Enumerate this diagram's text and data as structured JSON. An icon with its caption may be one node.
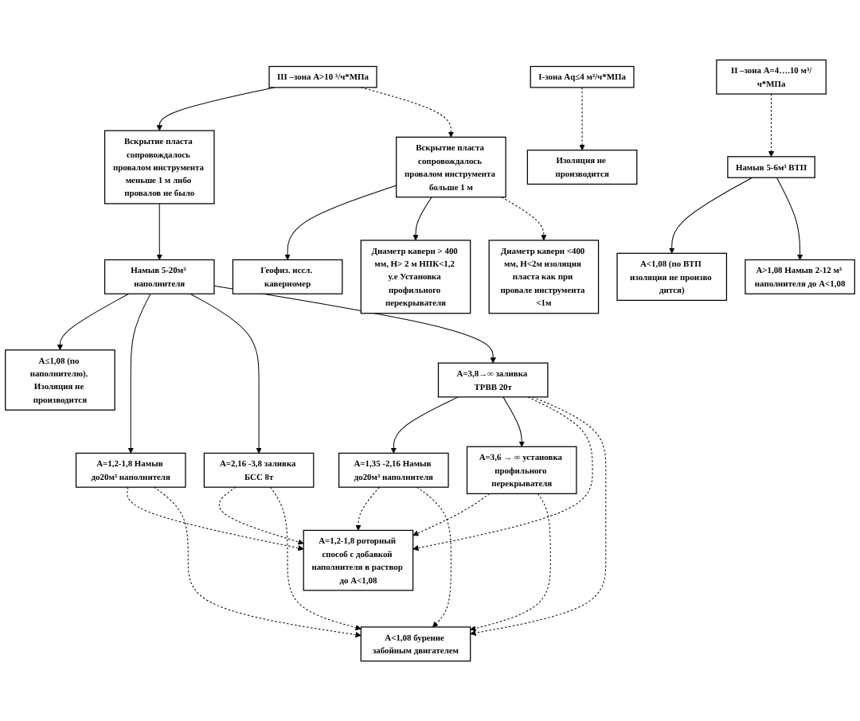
{
  "diagram": {
    "nodes": [
      {
        "text": [
          "I-зона Аq≤4 м³/ч*МПа"
        ]
      },
      {
        "text": [
          "II –зона А=4….10 м³/ч*МПа"
        ]
      },
      {
        "text": [
          "III –зона А>10 ³/ч*МПа"
        ]
      },
      {
        "text": [
          "Вскрытие пласта сопровождалось провалом инструмента больше 1 м"
        ]
      },
      {
        "text": [
          "Вскрытие пласта сопровождалось провалом инструмента меньше 1 м либо провалов не было"
        ]
      },
      {
        "text": [
          "Геофиз. иссл. каверномер"
        ]
      },
      {
        "text": [
          "Изоляция не производится"
        ]
      },
      {
        "text": [
          "Намыв 5-6м³ ВТП"
        ]
      },
      {
        "text": [
          "Намыв 5-20м³ наполнителя"
        ]
      },
      {
        "text": [
          "Диаметр каверн > 400 мм, Н> 2 м НПК<1,2 у.е Установка профильного перекрывателя"
        ]
      },
      {
        "text": [
          "А<1,08 (по ВТП изоляция не произво дится)"
        ]
      },
      {
        "text": [
          "А>1,08 Намыв 2-12 м³ наполнителя до А<1,08"
        ]
      },
      {
        "text": [
          "А≤1,08 (по наполнителю). Изоляция не производится"
        ]
      },
      {
        "text": [
          "Диаметр каверн <400 мм, Н<2м изоляция пласта как при провале инструмента <1м"
        ]
      },
      {
        "text": [
          "А=1,2-1,8 Намыв до20м³ наполнителя"
        ]
      },
      {
        "text": [
          "А=2,16 -3,8 заливка БСС 8т"
        ]
      },
      {
        "text": [
          "А=3,8→∞ заливка ТРВВ 20т"
        ]
      },
      {
        "text": [
          "А=1,2-1,8 роторный способ с добавкой наполнителя в раствор до А<1,08"
        ]
      },
      {
        "text": [
          "А=1,35 -2,16 Намыв до20м³ наполнителя"
        ]
      },
      {
        "text": [
          "А=3,6 → ∞ установка профильного перекрывателя"
        ]
      },
      {
        "text": [
          "А<1,08 бурение забойным двигателем"
        ]
      }
    ],
    "edges": [
      {
        "from": 0,
        "to": 6,
        "arrow": "to",
        "style": "dashed"
      },
      {
        "from": 1,
        "to": 7,
        "arrow": "to",
        "style": "dashed"
      },
      {
        "from": 7,
        "to": 10,
        "arrow": "to"
      },
      {
        "from": 7,
        "to": 11,
        "arrow": "to"
      },
      {
        "from": 2,
        "to": 4,
        "arrow": "to"
      },
      {
        "from": 2,
        "to": 3,
        "arrow": "to",
        "style": "dashed"
      },
      {
        "from": 4,
        "to": 8,
        "arrow": "to"
      },
      {
        "from": 3,
        "to": 5,
        "arrow": "to"
      },
      {
        "from": 3,
        "to": 9,
        "arrow": "to"
      },
      {
        "from": 3,
        "to": 13,
        "arrow": "to",
        "style": "dashed"
      },
      {
        "from": 8,
        "to": 12,
        "arrow": "to"
      },
      {
        "from": 8,
        "to": 14,
        "arrow": "to"
      },
      {
        "from": 8,
        "to": 15,
        "arrow": "to"
      },
      {
        "from": 8,
        "to": 16,
        "arrow": "to"
      },
      {
        "from": 16,
        "to": 18,
        "arrow": "to"
      },
      {
        "from": 16,
        "to": 19,
        "arrow": "to"
      },
      {
        "from": 14,
        "to": 17,
        "arrow": "to",
        "style": "dashed"
      },
      {
        "from": 14,
        "to": 20,
        "arrow": "to",
        "style": "dashed"
      },
      {
        "from": 15,
        "to": 17,
        "arrow": "to",
        "style": "dashed"
      },
      {
        "from": 15,
        "to": 20,
        "arrow": "to",
        "style": "dashed"
      },
      {
        "from": 16,
        "to": 17,
        "arrow": "to",
        "style": "dashed"
      },
      {
        "from": 16,
        "to": 20,
        "arrow": "to",
        "style": "dashed"
      },
      {
        "from": 18,
        "to": 17,
        "arrow": "to",
        "style": "dashed"
      },
      {
        "from": 18,
        "to": 20,
        "arrow": "to",
        "style": "dashed"
      },
      {
        "from": 19,
        "to": 17,
        "arrow": "to",
        "style": "dashed"
      },
      {
        "from": 19,
        "to": 20,
        "arrow": "to",
        "style": "dashed"
      }
    ]
  }
}
